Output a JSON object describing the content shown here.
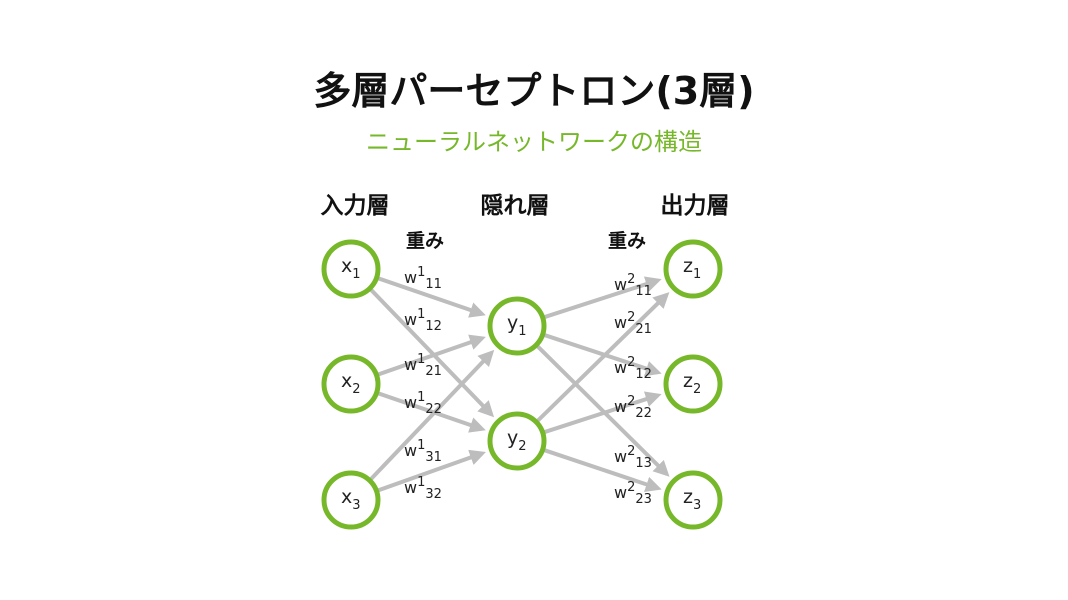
{
  "title": "多層パーセプトロン(3層)",
  "subtitle": "ニューラルネットワークの構造",
  "layers": {
    "input": "入力層",
    "hidden": "隠れ層",
    "output": "出力層"
  },
  "weights_label_1": "重み",
  "weights_label_2": "重み",
  "colors": {
    "node": "#76b82a",
    "edge": "#bdbdbd",
    "subtitle": "#76b82a"
  },
  "nodes": {
    "input": [
      {
        "base": "x",
        "sub": "1"
      },
      {
        "base": "x",
        "sub": "2"
      },
      {
        "base": "x",
        "sub": "3"
      }
    ],
    "hidden": [
      {
        "base": "y",
        "sub": "1"
      },
      {
        "base": "y",
        "sub": "2"
      }
    ],
    "output": [
      {
        "base": "z",
        "sub": "1"
      },
      {
        "base": "z",
        "sub": "2"
      },
      {
        "base": "z",
        "sub": "3"
      }
    ]
  },
  "edges": [
    {
      "from": "input.0",
      "to": "hidden.0"
    },
    {
      "from": "input.0",
      "to": "hidden.1"
    },
    {
      "from": "input.1",
      "to": "hidden.0"
    },
    {
      "from": "input.1",
      "to": "hidden.1"
    },
    {
      "from": "input.2",
      "to": "hidden.0"
    },
    {
      "from": "input.2",
      "to": "hidden.1"
    },
    {
      "from": "hidden.0",
      "to": "output.0"
    },
    {
      "from": "hidden.0",
      "to": "output.1"
    },
    {
      "from": "hidden.0",
      "to": "output.2"
    },
    {
      "from": "hidden.1",
      "to": "output.0"
    },
    {
      "from": "hidden.1",
      "to": "output.1"
    },
    {
      "from": "hidden.1",
      "to": "output.2"
    }
  ],
  "weight_labels_1": [
    {
      "base": "w",
      "sup": "1",
      "sub": "11"
    },
    {
      "base": "w",
      "sup": "1",
      "sub": "12"
    },
    {
      "base": "w",
      "sup": "1",
      "sub": "21"
    },
    {
      "base": "w",
      "sup": "1",
      "sub": "22"
    },
    {
      "base": "w",
      "sup": "1",
      "sub": "31"
    },
    {
      "base": "w",
      "sup": "1",
      "sub": "32"
    }
  ],
  "weight_labels_2": [
    {
      "base": "w",
      "sup": "2",
      "sub": "11"
    },
    {
      "base": "w",
      "sup": "2",
      "sub": "21"
    },
    {
      "base": "w",
      "sup": "2",
      "sub": "12"
    },
    {
      "base": "w",
      "sup": "2",
      "sub": "22"
    },
    {
      "base": "w",
      "sup": "2",
      "sub": "13"
    },
    {
      "base": "w",
      "sup": "2",
      "sub": "23"
    }
  ]
}
